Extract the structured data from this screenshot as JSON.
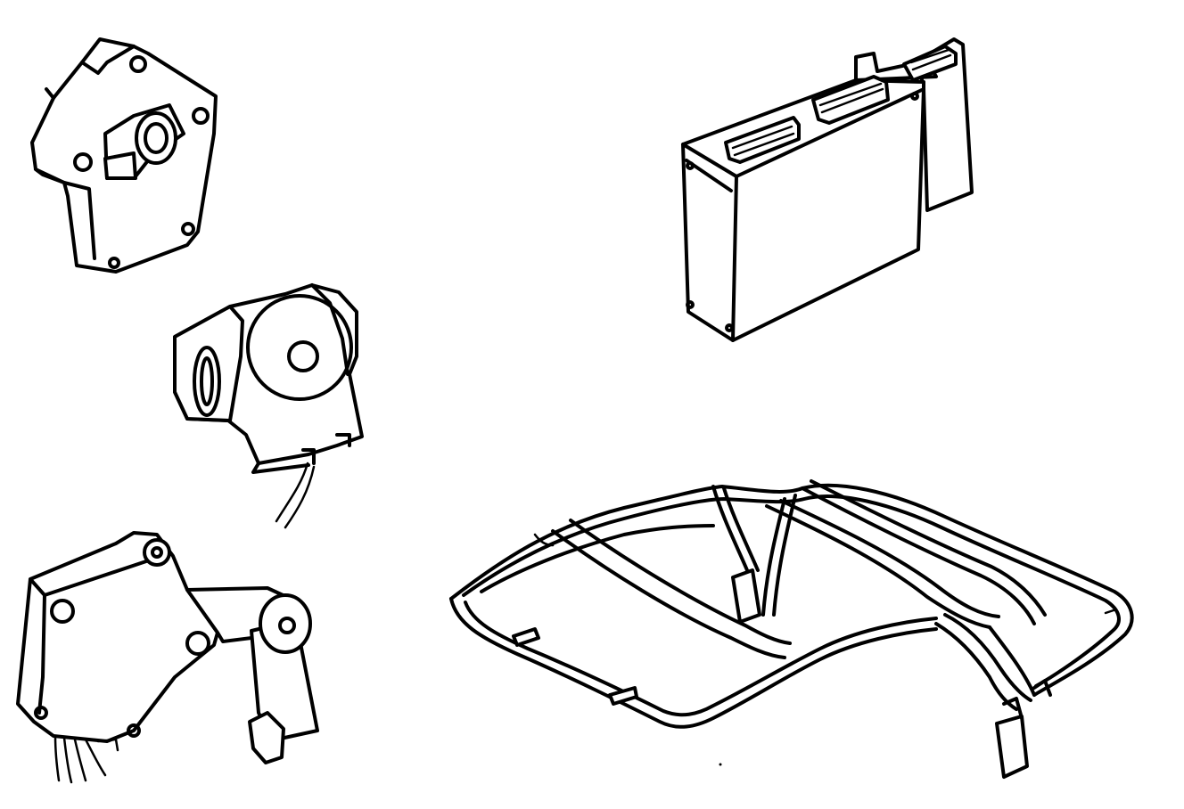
{
  "figure": {
    "background_color": "#ffffff",
    "line_color": "#000000",
    "parts": [
      {
        "id": "sensor-plate",
        "icon": "throttle-position-sensor-icon"
      },
      {
        "id": "rotary-sensor",
        "icon": "rotary-position-sensor-icon"
      },
      {
        "id": "lever-switch",
        "icon": "lever-position-switch-icon"
      },
      {
        "id": "control-module",
        "icon": "control-module-icon"
      },
      {
        "id": "roof-frame",
        "icon": "convertible-roof-frame-icon"
      }
    ]
  }
}
